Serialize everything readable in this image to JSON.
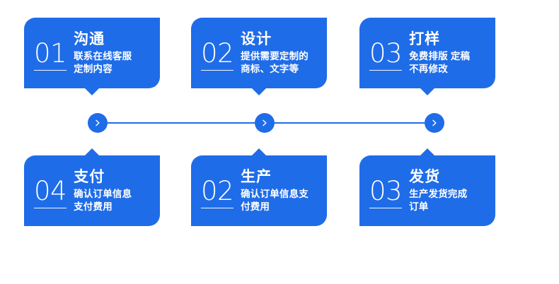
{
  "theme": {
    "brand_blue": "#1F6CE8",
    "card_text": "#FFFFFF",
    "page_background": "#FFFFFF"
  },
  "flow": {
    "connector": {
      "node_icon": "chevron-right-icon",
      "node_count": 3,
      "line_color": "#1F6CE8"
    },
    "top_row": [
      {
        "number": "01",
        "title": "沟通",
        "desc_lines": [
          "联系在线客服",
          "定制内容"
        ],
        "pointer": "down"
      },
      {
        "number": "02",
        "title": "设计",
        "desc_lines": [
          "提供需要定制的",
          "商标、文字等"
        ],
        "pointer": "down"
      },
      {
        "number": "03",
        "title": "打样",
        "desc_lines": [
          "免费排版 定稿",
          "不再修改"
        ],
        "pointer": "down"
      }
    ],
    "bottom_row": [
      {
        "number": "04",
        "title": "支付",
        "desc_lines": [
          "确认订单信息",
          "支付费用"
        ],
        "pointer": "up"
      },
      {
        "number": "02",
        "title": "生产",
        "desc_lines": [
          "确认订单信息支",
          "付费用"
        ],
        "pointer": "up"
      },
      {
        "number": "03",
        "title": "发货",
        "desc_lines": [
          "生产发货完成",
          "订单"
        ],
        "pointer": "up"
      }
    ]
  }
}
